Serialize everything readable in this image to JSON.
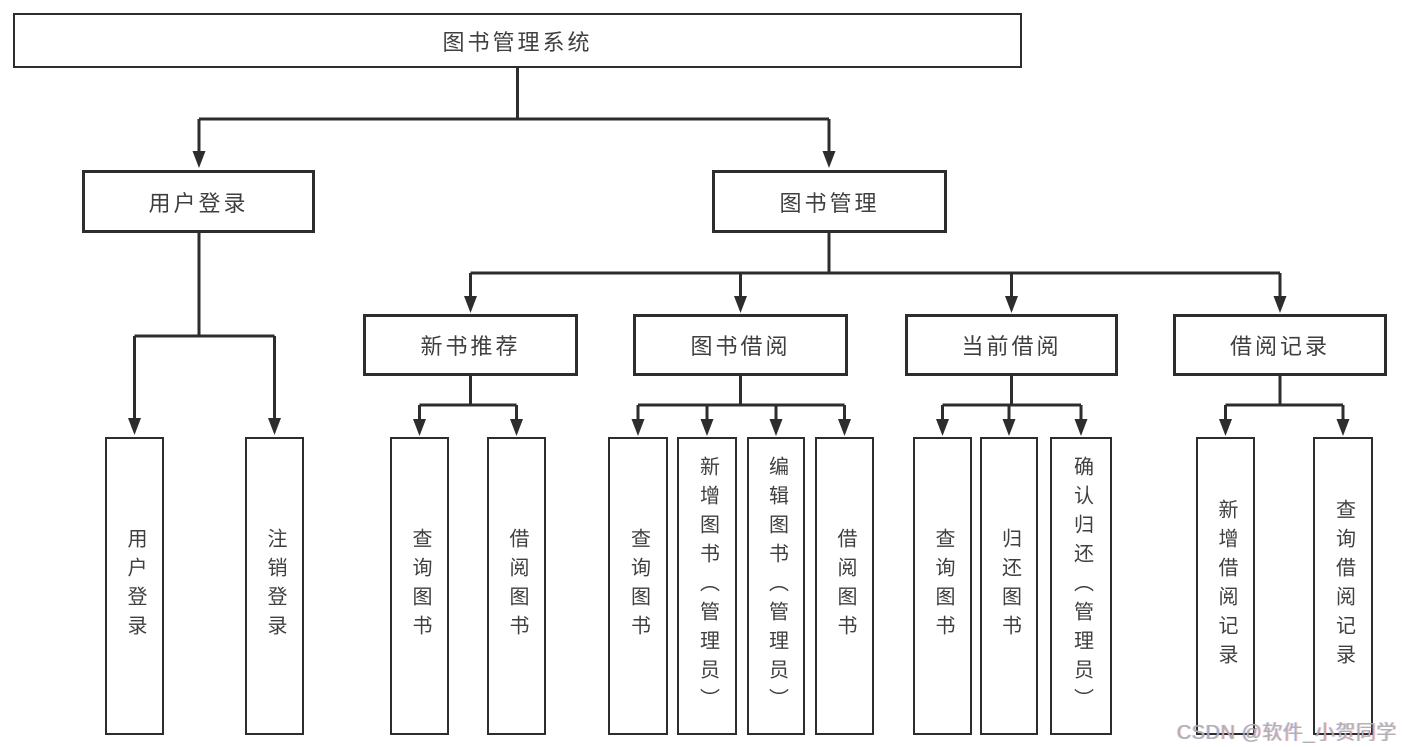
{
  "tree": {
    "label": "图书管理系统",
    "children": [
      {
        "label": "用户登录",
        "children": [
          {
            "label": "用户登录"
          },
          {
            "label": "注销登录"
          }
        ]
      },
      {
        "label": "图书管理",
        "children": [
          {
            "label": "新书推荐",
            "children": [
              {
                "label": "查询图书"
              },
              {
                "label": "借阅图书"
              }
            ]
          },
          {
            "label": "图书借阅",
            "children": [
              {
                "label": "查询图书"
              },
              {
                "label": "新增图书（管理员）"
              },
              {
                "label": "编辑图书（管理员）"
              },
              {
                "label": "借阅图书"
              }
            ]
          },
          {
            "label": "当前借阅",
            "children": [
              {
                "label": "查询图书"
              },
              {
                "label": "归还图书"
              },
              {
                "label": "确认归还（管理员）"
              }
            ]
          },
          {
            "label": "借阅记录",
            "children": [
              {
                "label": "新增借阅记录"
              },
              {
                "label": "查询借阅记录"
              }
            ]
          }
        ]
      }
    ]
  },
  "watermark": {
    "text": "CSDN @软件_小贺同学"
  },
  "colors": {
    "background": "#ffffff",
    "line": "#2d2d2d",
    "box_border": "#2d2d2d",
    "text": "#3f3f3f",
    "watermark": "#b0b0b0"
  }
}
